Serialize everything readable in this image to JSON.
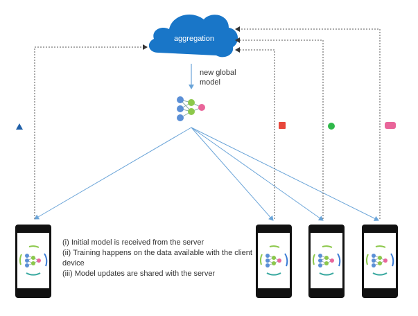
{
  "cloud": {
    "label": "aggregation",
    "color": "#1976c8"
  },
  "model_caption": {
    "line1": "new global",
    "line2": "model"
  },
  "steps": [
    "(i) Initial model is received from the server",
    "(ii) Training happens on the data available with the client device",
    "(iii) Model updates are shared with the server"
  ],
  "colors": {
    "blue": "#1f5fa8",
    "red": "#e8473b",
    "green": "#2fb84a",
    "pink": "#e9659a",
    "node_blue": "#5b8fd6",
    "node_green": "#8cc84b",
    "node_pink": "#e9659a",
    "arrow": "#6aa4d8",
    "dotted": "#555555",
    "phone": "#111111"
  },
  "clients": [
    {
      "marker": "triangle",
      "marker_color": "blue"
    },
    {
      "marker": "square",
      "marker_color": "red"
    },
    {
      "marker": "circle",
      "marker_color": "green"
    },
    {
      "marker": "rounded-rect",
      "marker_color": "pink"
    }
  ]
}
